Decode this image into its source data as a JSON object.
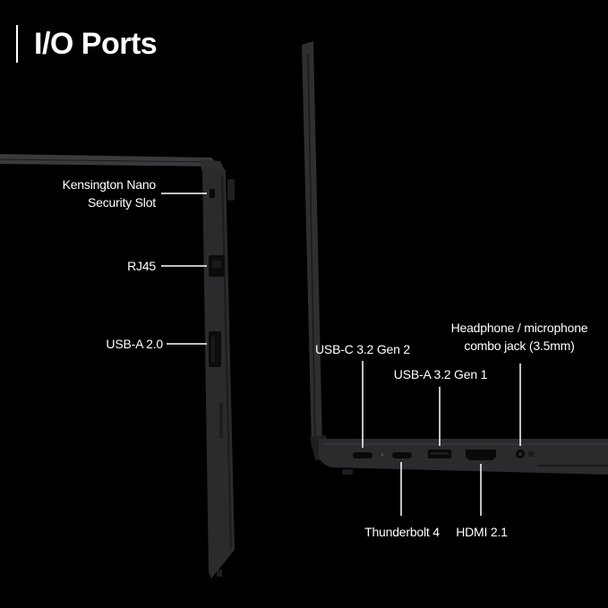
{
  "title": "I/O Ports",
  "colors": {
    "background": "#000000",
    "body": "#2b2b2d",
    "edge": "#3a3a3c",
    "port": "#0a0a0a",
    "line": "#ffffff"
  },
  "labels": {
    "kensington": [
      "Kensington Nano",
      "Security Slot"
    ],
    "rj45": "RJ45",
    "usba20": "USB-A 2.0",
    "usbc": "USB-C 3.2 Gen 2",
    "headphone": [
      "Headphone / microphone",
      "combo jack (3.5mm)"
    ],
    "usba32": "USB-A 3.2 Gen 1",
    "thunderbolt": "Thunderbolt 4",
    "hdmi": "HDMI 2.1"
  }
}
